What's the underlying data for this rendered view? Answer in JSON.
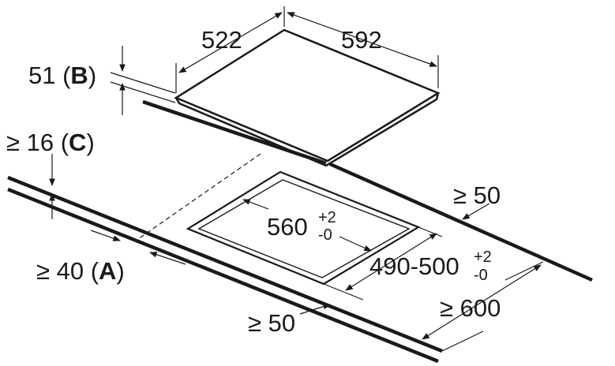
{
  "labels": {
    "hob_depth": "522",
    "hob_width": "592",
    "hob_height_value": "51 (",
    "hob_height_letter": "B",
    "hob_height_close": ")",
    "worktop_thickness_value": "≥ 16 (",
    "worktop_thickness_letter": "C",
    "worktop_thickness_close": ")",
    "front_clearance_value": "≥ 40 (",
    "front_clearance_letter": "A",
    "front_clearance_close": ")",
    "cutout_width": "560",
    "cutout_width_tol_plus": "+2",
    "cutout_width_tol_minus": "-0",
    "cutout_depth": "490-500",
    "cutout_depth_tol_plus": "+2",
    "cutout_depth_tol_minus": "-0",
    "rear_clearance": "≥ 50",
    "side_clearance": "≥ 50",
    "worktop_depth": "≥ 600"
  },
  "colors": {
    "line": "#1a1a1a",
    "background": "#ffffff"
  }
}
